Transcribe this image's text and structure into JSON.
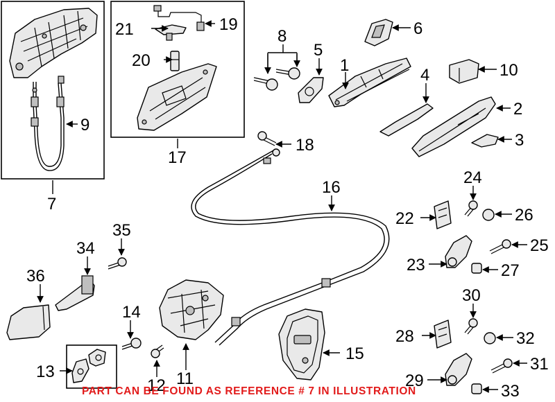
{
  "callouts": {
    "c1": "1",
    "c2": "2",
    "c3": "3",
    "c4": "4",
    "c5": "5",
    "c6": "6",
    "c7": "7",
    "c8": "8",
    "c9": "9",
    "c10": "10",
    "c11": "11",
    "c12": "12",
    "c13": "13",
    "c14": "14",
    "c15": "15",
    "c16": "16",
    "c17": "17",
    "c18": "18",
    "c19": "19",
    "c20": "20",
    "c21": "21",
    "c22": "22",
    "c23": "23",
    "c24": "24",
    "c25": "25",
    "c26": "26",
    "c27": "27",
    "c28": "28",
    "c29": "29",
    "c30": "30",
    "c31": "31",
    "c32": "32",
    "c33": "33",
    "c34": "34",
    "c35": "35",
    "c36": "36"
  },
  "footer_note": "PART CAN BE FOUND AS REFERENCE # 7 IN ILLUSTRATION",
  "colors": {
    "note_red": "#e21b1b",
    "line": "#000000"
  }
}
